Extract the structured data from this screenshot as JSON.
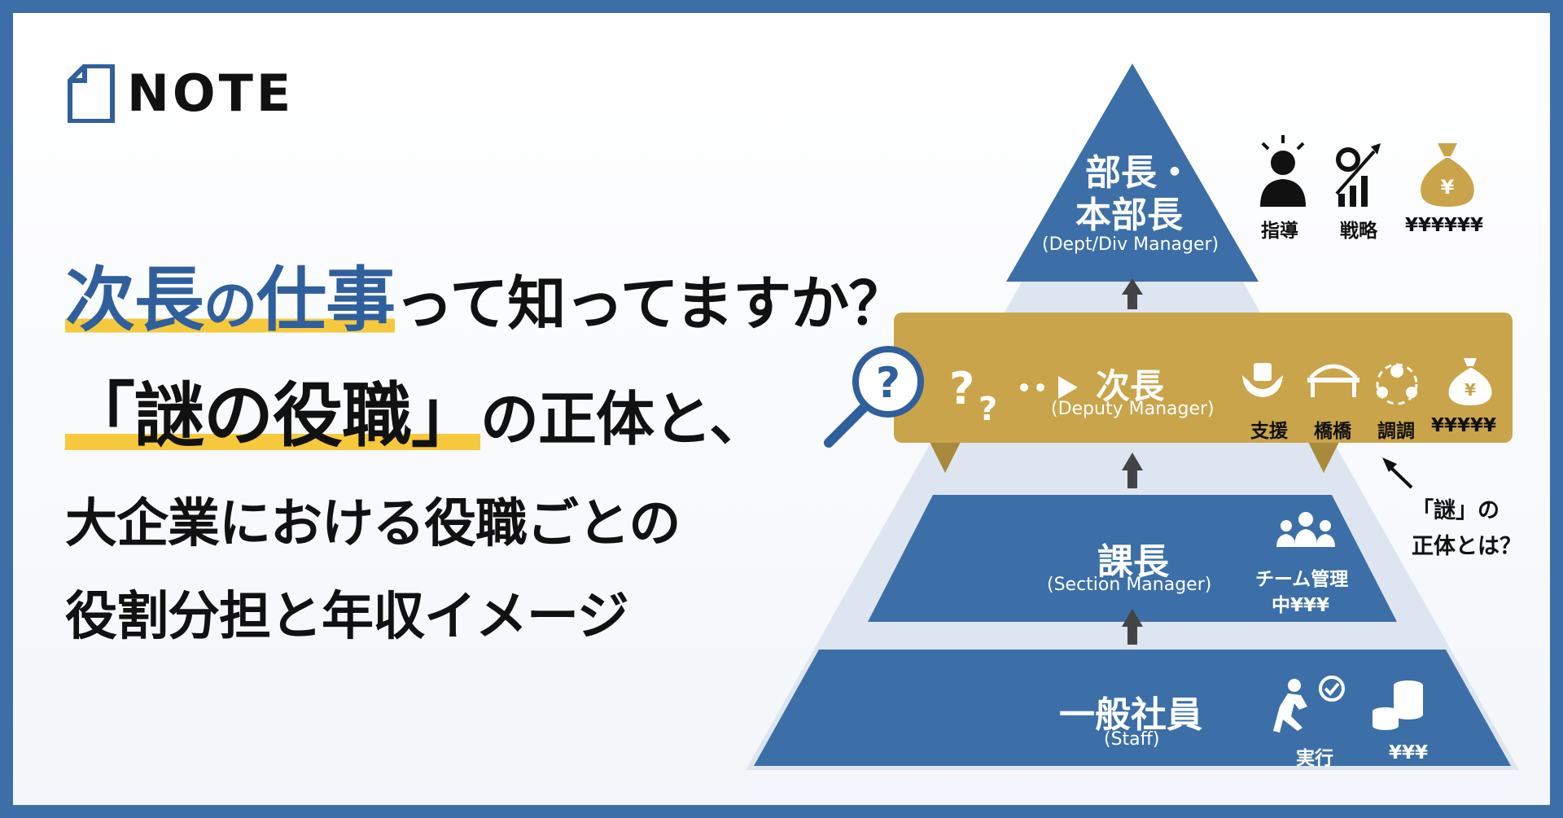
{
  "logo": {
    "text": "NOTE"
  },
  "headline": {
    "line1_a": "次長",
    "line1_b": "の",
    "line1_c": "仕事",
    "line1_d": "って知ってますか？",
    "line2_a": "「謎の役職」",
    "line2_b": "の正体と、",
    "line3": "大企業における役職ごとの",
    "line4": "役割分担と年収イメージ"
  },
  "pyramid": {
    "top": {
      "title_1": "部長・",
      "title_2": "本部長",
      "subtitle": "(Dept/Div Manager)",
      "icons": [
        {
          "icon": "leader-icon",
          "label": "指導"
        },
        {
          "icon": "gear-chart-icon",
          "label": "戦略"
        },
        {
          "icon": "money-bag-icon",
          "label": "¥¥¥¥¥¥"
        }
      ]
    },
    "deputy": {
      "title": "次長",
      "subtitle": "(Deputy Manager)",
      "icons": [
        {
          "icon": "support-icon",
          "label": "支援"
        },
        {
          "icon": "bridge-icon",
          "label": "橋橋"
        },
        {
          "icon": "coordinate-icon",
          "label": "調調"
        },
        {
          "icon": "money-bag-icon",
          "label": "¥¥¥¥¥"
        }
      ]
    },
    "section": {
      "title": "課長",
      "subtitle": "(Section Manager)",
      "icon": "team-icon",
      "label_1": "チーム管理",
      "label_2": "中¥¥¥"
    },
    "staff": {
      "title": "一般社員",
      "subtitle": "(Staff)",
      "icons": [
        {
          "icon": "running-icon",
          "label": "実行"
        },
        {
          "icon": "coins-icon",
          "label": "¥¥¥"
        }
      ]
    }
  },
  "callout": {
    "line1": "「謎」の",
    "line2": "正体とは？"
  },
  "colors": {
    "blue": "#3c6fa7",
    "gold": "#c9a44a",
    "highlight": "#f6c93d"
  }
}
